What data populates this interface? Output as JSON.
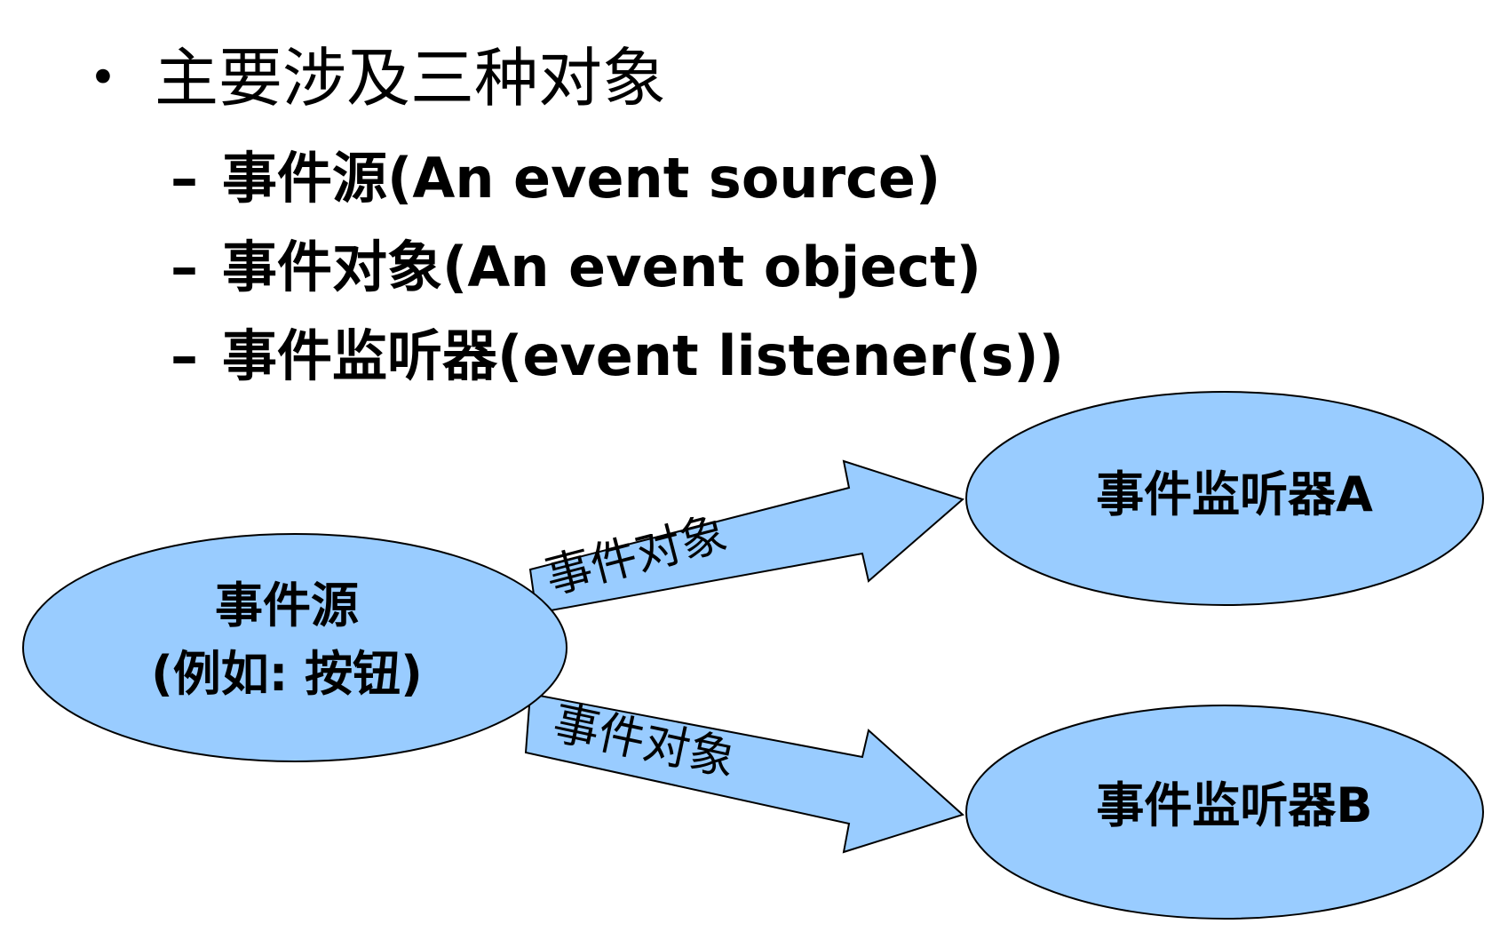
{
  "heading": {
    "bullet": "•",
    "text": "主要涉及三种对象"
  },
  "items": [
    {
      "dash": "–",
      "text": "事件源(An event source)"
    },
    {
      "dash": "–",
      "text": "事件对象(An event object)"
    },
    {
      "dash": "–",
      "text": "事件监听器(event listener(s))"
    }
  ],
  "diagram": {
    "fill_color": "#99ccff",
    "stroke_color": "#000000",
    "source": {
      "line1": "事件源",
      "line2": "(例如: 按钮)"
    },
    "listener_a": {
      "label": "事件监听器A"
    },
    "listener_b": {
      "label": "事件监听器B"
    },
    "arrow_top": {
      "label": "事件对象"
    },
    "arrow_bottom": {
      "label": "事件对象"
    }
  }
}
